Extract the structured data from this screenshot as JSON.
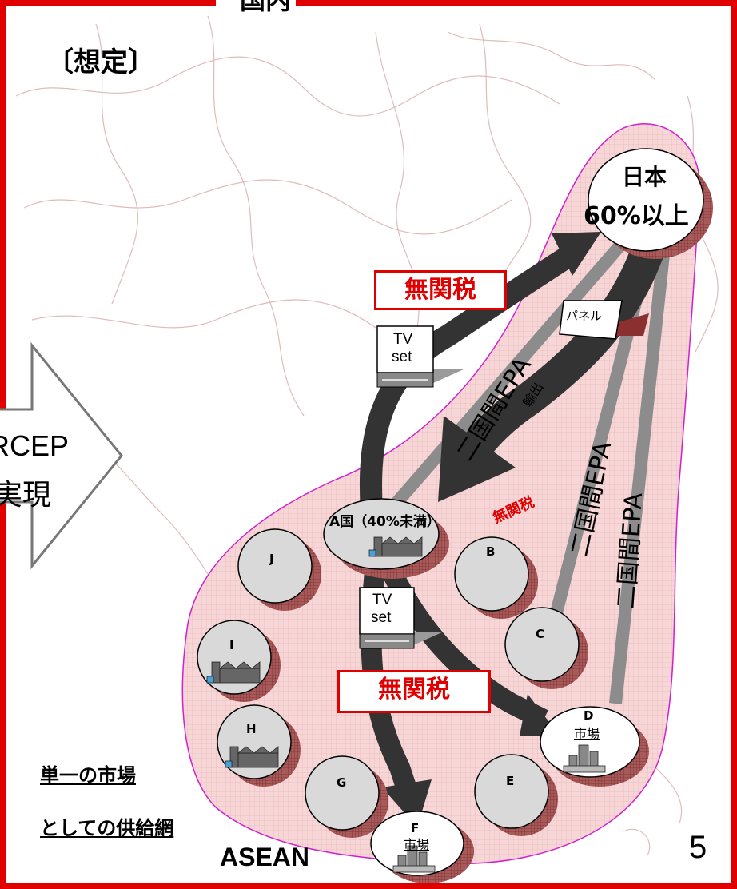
{
  "top_heading_partial": "国内",
  "scenario_label": "〔想定〕",
  "rcep_arrow": {
    "line1": "RCEP",
    "line2": "実現"
  },
  "japan": {
    "name": "日本",
    "content": "60%以上"
  },
  "country_a": {
    "label": "A国（40%未満）"
  },
  "duty_free_top": "無関税",
  "duty_free_middle": "無関税",
  "duty_free_bottom": "無関税",
  "epa_labels": [
    "二国間EPA",
    "二国間EPA",
    "二国間EPA"
  ],
  "export_label": "輸出",
  "panel_label": "パネル",
  "tv_set": {
    "line1": "TV",
    "line2": "set"
  },
  "countries": [
    "B",
    "C",
    "D",
    "E",
    "F",
    "G",
    "H",
    "I",
    "J"
  ],
  "market_label": "市場",
  "supply_chain": {
    "line1": "単一の市場",
    "line2": "としての供給網"
  },
  "region_label": "ASEAN",
  "page_number": "5",
  "colors": {
    "frame": "#e00000",
    "arrow_dark": "#333333",
    "arrow_gray": "#8c8c8c",
    "circle_fill": "#d9d9d9",
    "region_fill": "#f8dcdc",
    "map_lines": "#dcb4b4"
  }
}
